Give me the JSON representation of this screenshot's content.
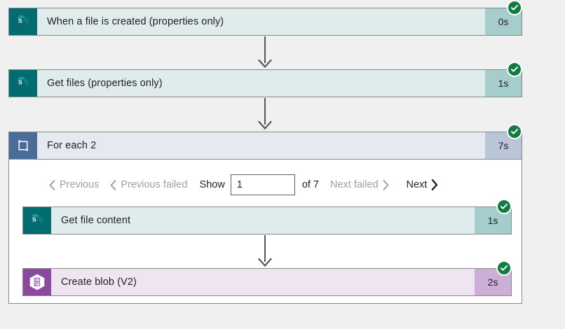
{
  "flow": {
    "steps": [
      {
        "id": "trigger",
        "name": "When a file is created (properties only)",
        "duration": "0s",
        "status": "succeeded",
        "icon": "sharepoint-icon",
        "connector": "arrow-down"
      },
      {
        "id": "get-files",
        "name": "Get files (properties only)",
        "duration": "1s",
        "status": "succeeded",
        "icon": "sharepoint-icon",
        "connector": "arrow-down"
      },
      {
        "id": "for-each-2",
        "name": "For each 2",
        "duration": "7s",
        "status": "succeeded",
        "icon": "loop-icon",
        "connector": "none"
      }
    ],
    "loop_children": [
      {
        "id": "get-file-content",
        "name": "Get file content",
        "duration": "1s",
        "status": "succeeded",
        "icon": "sharepoint-icon",
        "connector": "arrow-down"
      },
      {
        "id": "create-blob-v2",
        "name": "Create blob (V2)",
        "duration": "2s",
        "status": "succeeded",
        "icon": "azure-blob-icon",
        "connector": "none"
      }
    ]
  },
  "pager": {
    "previous_label": "Previous",
    "previous_failed_label": "Previous failed",
    "show_label": "Show",
    "iteration_value": "1",
    "of_label": "of 7",
    "next_failed_label": "Next failed",
    "next_label": "Next",
    "previous_enabled": false,
    "previous_failed_enabled": false,
    "next_failed_enabled": false,
    "next_enabled": true,
    "total_iterations": 7
  },
  "colors": {
    "background": "#f0f0f0",
    "sharepoint_accent": "#036c70",
    "sharepoint_body": "#dfeceb",
    "sharepoint_duration": "#a5cdcb",
    "loop_accent": "#4a6c9b",
    "loop_body": "#e5e9f0",
    "loop_duration": "#bac6d8",
    "blob_accent": "#8c4a9e",
    "blob_body": "#efe5f2",
    "blob_duration": "#cdaed6",
    "status_success": "#107c41",
    "border": "#8a8886",
    "connector": "#575757",
    "disabled_text": "#a19f9d",
    "primary_text": "#201f1e"
  }
}
